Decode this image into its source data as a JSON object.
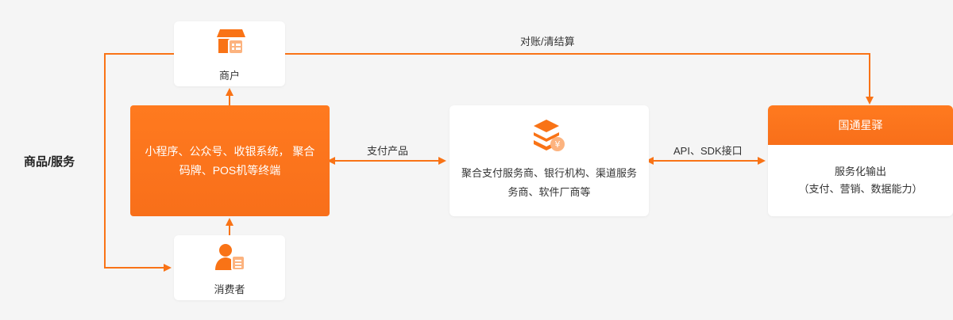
{
  "merchant": {
    "label": "商户",
    "icon": "store-icon"
  },
  "consumer": {
    "label": "消费者",
    "icon": "consumer-icon"
  },
  "terminal": {
    "text": "小程序、公众号、收银系统， 聚合码牌、POS机等终端"
  },
  "aggregator": {
    "text": "聚合支付服务商、银行机构、渠道服务务商、软件厂商等",
    "icon": "layers-yen-icon"
  },
  "guotong": {
    "title": "国通星驿",
    "line1": "服务化输出",
    "line2": "（支付、营销、数据能力）"
  },
  "edges": {
    "reconcile": "对账/清结算",
    "goods": "商品/服务",
    "pay_product": "支付产品",
    "api": "API、SDK接口"
  },
  "colors": {
    "accent": "#f97316",
    "card": "#ffffff",
    "background": "#f5f5f5",
    "text": "#333333"
  }
}
